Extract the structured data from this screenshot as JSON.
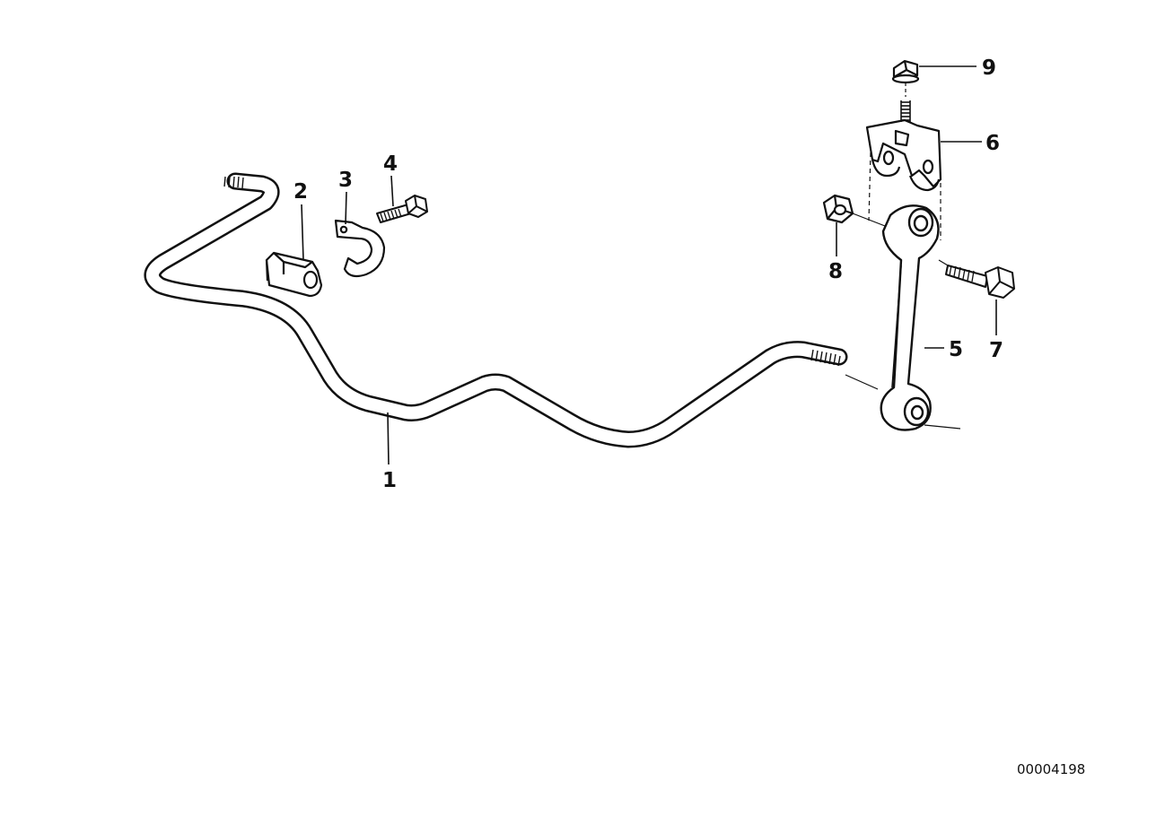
{
  "diagram": {
    "type": "exploded parts diagram",
    "line_color": "#111111",
    "background": "#ffffff",
    "parts": [
      {
        "number": "1",
        "icon": "stabilizer-bar-icon"
      },
      {
        "number": "2",
        "icon": "rubber-mounting-icon"
      },
      {
        "number": "3",
        "icon": "bracket-clamp-icon"
      },
      {
        "number": "4",
        "icon": "hex-bolt-icon"
      },
      {
        "number": "5",
        "icon": "stabilizer-link-icon"
      },
      {
        "number": "6",
        "icon": "link-bracket-icon"
      },
      {
        "number": "7",
        "icon": "hex-bolt-icon"
      },
      {
        "number": "8",
        "icon": "hex-nut-icon"
      },
      {
        "number": "9",
        "icon": "hex-nut-icon"
      }
    ],
    "reference_number": "00004198"
  }
}
